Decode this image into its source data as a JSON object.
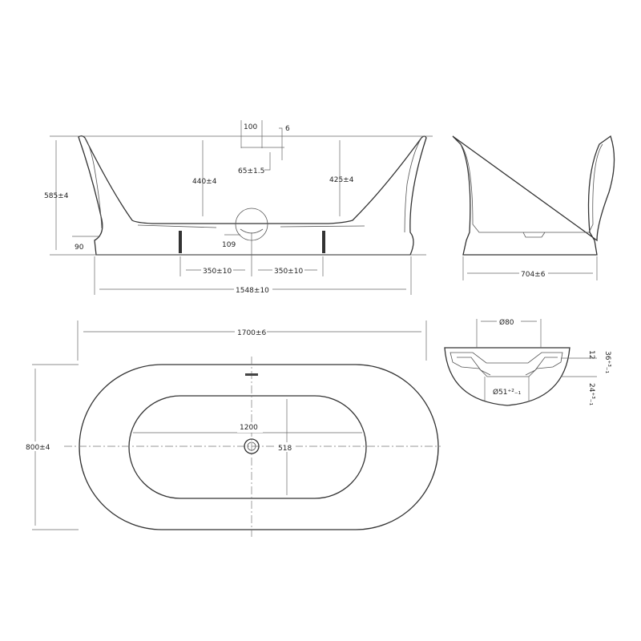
{
  "front_view": {
    "overflow_width": "100",
    "overflow_thickness": "6",
    "overflow_depth": "65±1.5",
    "total_height": "585±4",
    "inner_depth_left": "440±4",
    "inner_depth_right": "425±4",
    "plinth_height": "90",
    "drain_height": "109",
    "foot_spacing_left": "350±10",
    "foot_spacing_right": "350±10",
    "base_length": "1548±10"
  },
  "side_view": {
    "base_width": "704±6"
  },
  "drain_detail": {
    "top_diameter": "Ø80",
    "bottom_diameter": "Ø51⁺²₋₁",
    "flange_height": "12",
    "total_height": "36⁺³₋₁",
    "lower_height": "24⁺³₋₁"
  },
  "top_view": {
    "overall_length": "1700±6",
    "overall_width": "800±4",
    "inner_length": "1200",
    "inner_width": "518"
  },
  "colors": {
    "line": "#333333",
    "background": "#ffffff"
  }
}
